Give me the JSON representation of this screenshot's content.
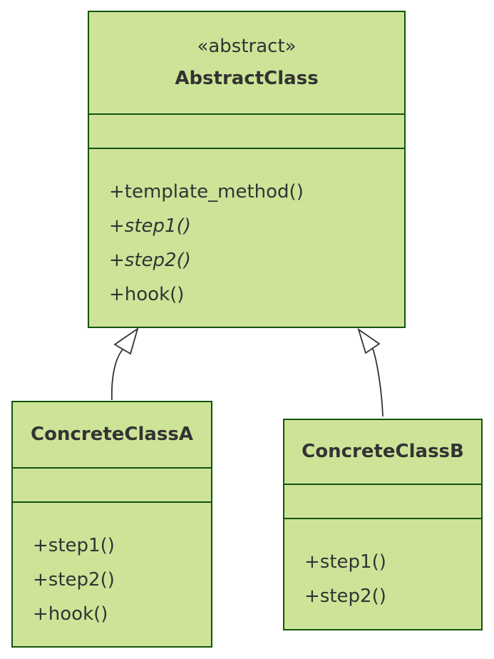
{
  "diagram": {
    "type": "uml-class-diagram",
    "pattern": "Template Method",
    "colors": {
      "node_fill": "#cde498",
      "node_border": "#13540c",
      "text": "#333333",
      "edge_line": "#333333",
      "arrowhead_fill": "#ffffff",
      "background": "#ffffff"
    },
    "classes": [
      {
        "id": "abstract_class",
        "stereotype": "«abstract»",
        "name": "AbstractClass",
        "attributes": [],
        "methods": [
          {
            "text": "+template_method()",
            "style": "normal"
          },
          {
            "text": "+step1()",
            "style": "italic"
          },
          {
            "text": "+step2()",
            "style": "italic"
          },
          {
            "text": "+hook()",
            "style": "normal"
          }
        ]
      },
      {
        "id": "concrete_class_a",
        "stereotype": "",
        "name": "ConcreteClassA",
        "attributes": [],
        "methods": [
          {
            "text": "+step1()",
            "style": "normal"
          },
          {
            "text": "+step2()",
            "style": "normal"
          },
          {
            "text": "+hook()",
            "style": "normal"
          }
        ]
      },
      {
        "id": "concrete_class_b",
        "stereotype": "",
        "name": "ConcreteClassB",
        "attributes": [],
        "methods": [
          {
            "text": "+step1()",
            "style": "normal"
          },
          {
            "text": "+step2()",
            "style": "normal"
          }
        ]
      }
    ],
    "relations": [
      {
        "from": "ConcreteClassA",
        "to": "AbstractClass",
        "type": "inheritance"
      },
      {
        "from": "ConcreteClassB",
        "to": "AbstractClass",
        "type": "inheritance"
      }
    ]
  }
}
